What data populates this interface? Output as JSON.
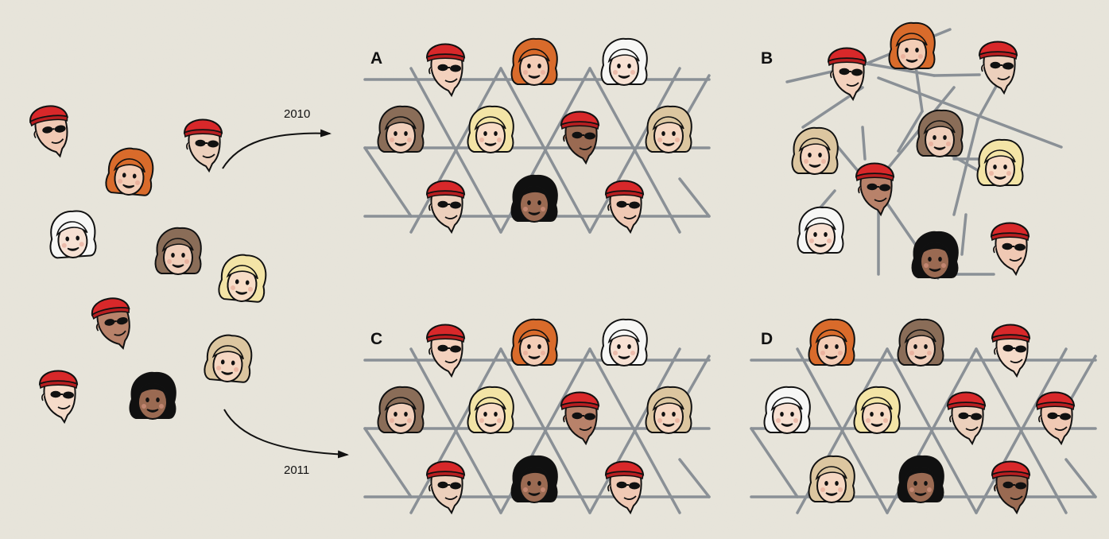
{
  "panels": {
    "a": {
      "label": "A"
    },
    "b": {
      "label": "B"
    },
    "c": {
      "label": "C"
    },
    "d": {
      "label": "D"
    }
  },
  "arrows": {
    "top_year": "2010",
    "bottom_year": "2011"
  },
  "colors": {
    "background": "#e6e3d9",
    "network_line": "#8a9096",
    "beanie": "#d8282a",
    "sunglasses": "#111111",
    "outline": "#111111"
  },
  "people": {
    "pool": [
      {
        "kind": "beanie",
        "skin": "#f0c9b4"
      },
      {
        "kind": "hair",
        "hair": "#d96b2b",
        "skin": "#f3cdb6"
      },
      {
        "kind": "beanie",
        "skin": "#ecd0bc"
      },
      {
        "kind": "hair",
        "hair": "#f7f7f5",
        "skin": "#f7e1d3"
      },
      {
        "kind": "hair",
        "hair": "#8a6d58",
        "skin": "#f0cfbb"
      },
      {
        "kind": "hair",
        "hair": "#f3e4a6",
        "skin": "#f7dcc6"
      },
      {
        "kind": "beanie",
        "skin": "#b8826a"
      },
      {
        "kind": "beanie",
        "skin": "#f5dbc9"
      },
      {
        "kind": "hair",
        "hair": "#101010",
        "skin": "#9a6a52"
      },
      {
        "kind": "hair",
        "hair": "#dcc6a0",
        "skin": "#f5d7c2"
      }
    ],
    "panel_a": [
      {
        "kind": "beanie",
        "skin": "#f3d1bd"
      },
      {
        "kind": "hair",
        "hair": "#d96b2b",
        "skin": "#f3cdb6"
      },
      {
        "kind": "hair",
        "hair": "#f7f7f5",
        "skin": "#f7e1d3"
      },
      {
        "kind": "hair",
        "hair": "#8a6d58",
        "skin": "#f0cfbb"
      },
      {
        "kind": "hair",
        "hair": "#f3e4a6",
        "skin": "#f7dcc6"
      },
      {
        "kind": "beanie",
        "skin": "#9a6a52"
      },
      {
        "kind": "hair",
        "hair": "#dcc6a0",
        "skin": "#f5d7c2"
      },
      {
        "kind": "beanie",
        "skin": "#ecd0bc"
      },
      {
        "kind": "hair",
        "hair": "#101010",
        "skin": "#9a6a52"
      },
      {
        "kind": "beanie",
        "skin": "#f0c9b4"
      }
    ],
    "panel_b": [
      {
        "kind": "beanie",
        "skin": "#f3d1bd"
      },
      {
        "kind": "hair",
        "hair": "#d96b2b",
        "skin": "#f3cdb6"
      },
      {
        "kind": "beanie",
        "skin": "#ecd0bc"
      },
      {
        "kind": "hair",
        "hair": "#dcc6a0",
        "skin": "#f5d7c2"
      },
      {
        "kind": "hair",
        "hair": "#8a6d58",
        "skin": "#f0cfbb"
      },
      {
        "kind": "beanie",
        "skin": "#b8826a"
      },
      {
        "kind": "hair",
        "hair": "#f3e4a6",
        "skin": "#f7dcc6"
      },
      {
        "kind": "hair",
        "hair": "#f7f7f5",
        "skin": "#f7e1d3"
      },
      {
        "kind": "hair",
        "hair": "#101010",
        "skin": "#9a6a52"
      },
      {
        "kind": "beanie",
        "skin": "#f0c9b4"
      }
    ],
    "panel_c": [
      {
        "kind": "beanie",
        "skin": "#f3d1bd"
      },
      {
        "kind": "hair",
        "hair": "#d96b2b",
        "skin": "#f3cdb6"
      },
      {
        "kind": "hair",
        "hair": "#f7f7f5",
        "skin": "#f7e1d3"
      },
      {
        "kind": "hair",
        "hair": "#8a6d58",
        "skin": "#f0cfbb"
      },
      {
        "kind": "hair",
        "hair": "#f3e4a6",
        "skin": "#f7dcc6"
      },
      {
        "kind": "beanie",
        "skin": "#b8826a"
      },
      {
        "kind": "hair",
        "hair": "#dcc6a0",
        "skin": "#f5d7c2"
      },
      {
        "kind": "beanie",
        "skin": "#ecd0bc"
      },
      {
        "kind": "hair",
        "hair": "#101010",
        "skin": "#9a6a52"
      },
      {
        "kind": "beanie",
        "skin": "#f0c9b4"
      }
    ],
    "panel_d": [
      {
        "kind": "hair",
        "hair": "#d96b2b",
        "skin": "#f3cdb6"
      },
      {
        "kind": "hair",
        "hair": "#8a6d58",
        "skin": "#f0cfbb"
      },
      {
        "kind": "beanie",
        "skin": "#f5dbc9"
      },
      {
        "kind": "hair",
        "hair": "#f7f7f5",
        "skin": "#f7e1d3"
      },
      {
        "kind": "hair",
        "hair": "#f3e4a6",
        "skin": "#f7dcc6"
      },
      {
        "kind": "beanie",
        "skin": "#ecd0bc"
      },
      {
        "kind": "beanie",
        "skin": "#f0c9b4"
      },
      {
        "kind": "hair",
        "hair": "#dcc6a0",
        "skin": "#f5d7c2"
      },
      {
        "kind": "hair",
        "hair": "#101010",
        "skin": "#9a6a52"
      },
      {
        "kind": "beanie",
        "skin": "#9a6a52"
      }
    ]
  }
}
